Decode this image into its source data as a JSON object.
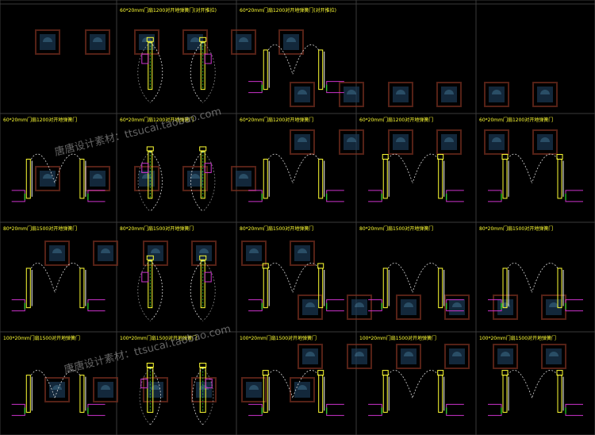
{
  "colors": {
    "background": "#000000",
    "grid": "#3a3a3a",
    "door_leaf": "#ffff33",
    "frame": "#f5f5f5",
    "swing_arc": "#d8d8d8",
    "wall_trim": "#cc33cc",
    "hardware": "#22dd22",
    "stamp_border": "#7a3020",
    "stamp_fill": "#1c3a55"
  },
  "watermark": {
    "text": "唐唐设计素材：ttsucai.taobao.com",
    "repeats": 2
  },
  "panels": [
    {
      "caption": "",
      "swing": "none",
      "double": false,
      "thick": false,
      "top_fixtures": false
    },
    {
      "caption": "60*20mm门扇1200对开地弹簧门(对开推拉)",
      "swing": "below",
      "double": true,
      "thick": false,
      "top_fixtures": false
    },
    {
      "caption": "60*20mm门扇1200对开地弹簧门(对开推拉)",
      "swing": "above",
      "double": false,
      "thick": false,
      "top_fixtures": false
    },
    {
      "caption": "",
      "swing": "none",
      "double": false,
      "thick": false,
      "top_fixtures": false
    },
    {
      "caption": "",
      "swing": "none",
      "double": false,
      "thick": false,
      "top_fixtures": false
    },
    {
      "caption": "60*20mm门扇1200对开地弹簧门",
      "swing": "above",
      "double": false,
      "thick": false,
      "top_fixtures": false
    },
    {
      "caption": "60*20mm门扇1200对开地弹簧门",
      "swing": "below",
      "double": true,
      "thick": false,
      "top_fixtures": false
    },
    {
      "caption": "60*20mm门扇1200对开地弹簧门",
      "swing": "above",
      "double": false,
      "thick": false,
      "top_fixtures": false
    },
    {
      "caption": "60*20mm门扇1200对开地弹簧门",
      "swing": "above",
      "double": false,
      "thick": false,
      "top_fixtures": true
    },
    {
      "caption": "60*20mm门扇1200对开地弹簧门",
      "swing": "above",
      "double": false,
      "thick": false,
      "top_fixtures": true
    },
    {
      "caption": "80*20mm门扇1500对开地弹簧门",
      "swing": "above",
      "double": false,
      "thick": false,
      "top_fixtures": false
    },
    {
      "caption": "80*20mm门扇1500对开地弹簧门",
      "swing": "below",
      "double": true,
      "thick": false,
      "top_fixtures": true
    },
    {
      "caption": "80*20mm门扇1500对开地弹簧门",
      "swing": "above",
      "double": false,
      "thick": false,
      "top_fixtures": true
    },
    {
      "caption": "80*20mm门扇1500对开地弹簧门",
      "swing": "above",
      "double": false,
      "thick": false,
      "top_fixtures": false
    },
    {
      "caption": "80*20mm门扇1500对开地弹簧门",
      "swing": "above",
      "double": false,
      "thick": false,
      "top_fixtures": false
    },
    {
      "caption": "100*20mm门扇1500对开地弹簧门",
      "swing": "above",
      "double": false,
      "thick": false,
      "top_fixtures": false
    },
    {
      "caption": "100*20mm门扇1500对开地弹簧门",
      "swing": "below",
      "double": true,
      "thick": true,
      "top_fixtures": false
    },
    {
      "caption": "100*20mm门扇1500对开地弹簧门",
      "swing": "above",
      "double": false,
      "thick": false,
      "top_fixtures": true
    },
    {
      "caption": "100*20mm门扇1500对开地弹簧门",
      "swing": "above",
      "double": false,
      "thick": false,
      "top_fixtures": true
    },
    {
      "caption": "100*20mm门扇1500对开地弹簧门",
      "swing": "above",
      "double": false,
      "thick": false,
      "top_fixtures": true
    }
  ]
}
